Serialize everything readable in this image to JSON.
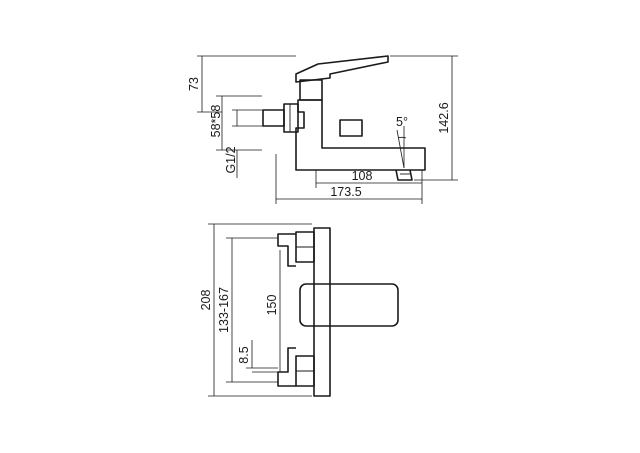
{
  "side_view": {
    "dimensions": {
      "height_top": "73",
      "height_overall": "142.6",
      "center_height": "58*58",
      "thread": "G1/2",
      "angle": "5°",
      "spout_reach": "108",
      "overall_length": "173.5"
    }
  },
  "front_view": {
    "dimensions": {
      "overall_width": "208",
      "center_distance_range": "133-167",
      "center_distance": "150",
      "offset": "8.5"
    }
  }
}
